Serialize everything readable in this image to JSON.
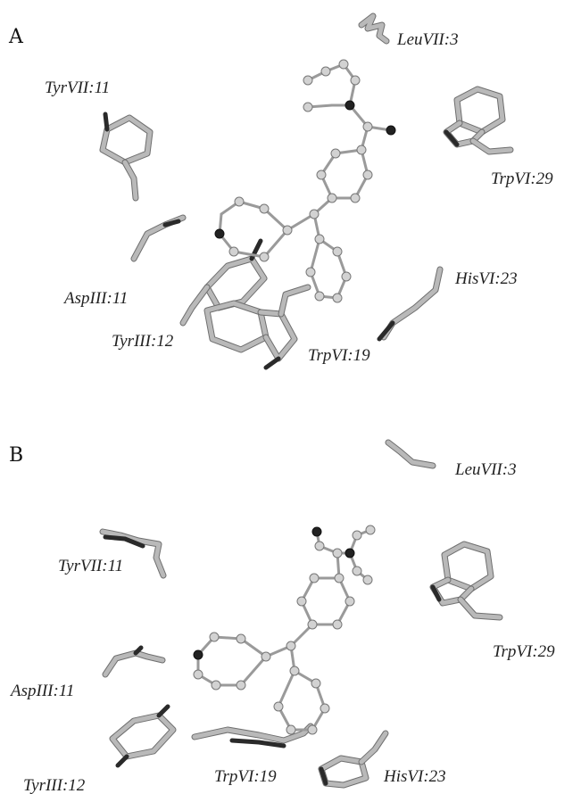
{
  "panels": [
    {
      "letter": "A",
      "labels": {
        "leu3": "LeuVII:3",
        "tyr11": "TyrVII:11",
        "trp29": "TrpVI:29",
        "his23": "HisVI:23",
        "asp11": "AspIII:11",
        "tyr12": "TyrIII:12",
        "trp19": "TrpVI:19"
      }
    },
    {
      "letter": "B",
      "labels": {
        "leu3": "LeuVII:3",
        "tyr11": "TyrVII:11",
        "trp29": "TrpVI:29",
        "asp11": "AspIII:11",
        "tyr12": "TyrIII:12",
        "trp19": "TrpVI:19",
        "his23": "HisVI:23"
      }
    }
  ],
  "colors": {
    "stick": "#b9b9b9",
    "atom": "#d2d2d2",
    "heteroatom": "#222222"
  }
}
